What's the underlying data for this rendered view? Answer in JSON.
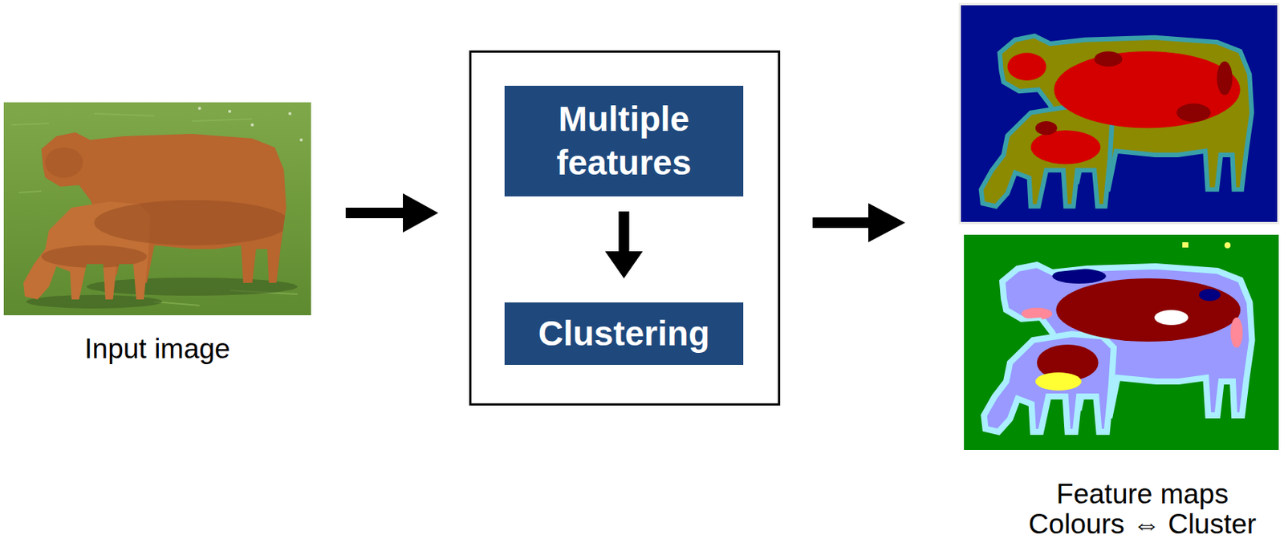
{
  "diagram": {
    "nodes": [
      {
        "text": [
          "Multiple features"
        ]
      },
      {
        "text": [
          "Clustering"
        ]
      }
    ],
    "edges": [
      {
        "from": 0,
        "to": 1,
        "arrow": "to"
      }
    ],
    "labels": [
      "Input image",
      "Feature maps",
      "Colours ⇔ Cluster"
    ]
  }
}
